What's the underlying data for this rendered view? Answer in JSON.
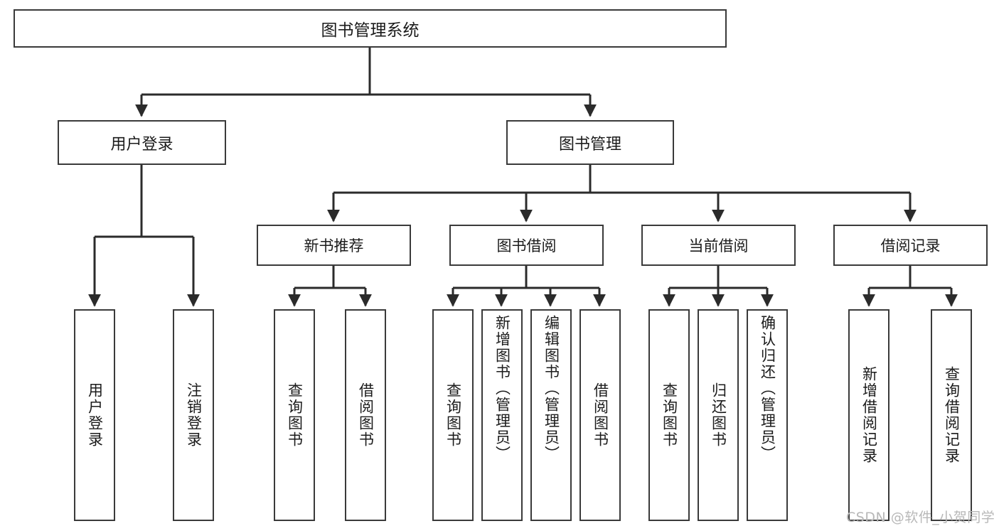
{
  "diagram": {
    "title": "图书管理系统",
    "type": "hierarchy-tree",
    "colors": {
      "box_border": "#3a3a3a",
      "box_fill": "#ffffff",
      "edge": "#2b2b2b",
      "text": "#1b1b1b",
      "watermark": "#b8b8b8"
    },
    "levels": {
      "root": {
        "label": "图书管理系统"
      },
      "level2": [
        {
          "id": "user-login",
          "label": "用户登录"
        },
        {
          "id": "book-management",
          "label": "图书管理"
        }
      ],
      "level3": [
        {
          "id": "new-book-recommend",
          "label": "新书推荐"
        },
        {
          "id": "book-borrow",
          "label": "图书借阅"
        },
        {
          "id": "current-borrow",
          "label": "当前借阅"
        },
        {
          "id": "borrow-record",
          "label": "借阅记录"
        }
      ],
      "leaves": {
        "user-login": [
          {
            "id": "leaf-user-login",
            "label": "用户登录"
          },
          {
            "id": "leaf-logout",
            "label": "注销登录"
          }
        ],
        "new-book-recommend": [
          {
            "id": "leaf-query-book-1",
            "label": "查询图书"
          },
          {
            "id": "leaf-borrow-book-1",
            "label": "借阅图书"
          }
        ],
        "book-borrow": [
          {
            "id": "leaf-query-book-2",
            "label": "查询图书"
          },
          {
            "id": "leaf-add-book",
            "label": "新增图书（管理员）"
          },
          {
            "id": "leaf-edit-book",
            "label": "编辑图书（管理员）"
          },
          {
            "id": "leaf-borrow-book-2",
            "label": "借阅图书"
          }
        ],
        "current-borrow": [
          {
            "id": "leaf-query-book-3",
            "label": "查询图书"
          },
          {
            "id": "leaf-return-book",
            "label": "归还图书"
          },
          {
            "id": "leaf-confirm-return",
            "label": "确认归还（管理员）"
          }
        ],
        "borrow-record": [
          {
            "id": "leaf-add-record",
            "label": "新增借阅记录"
          },
          {
            "id": "leaf-query-record",
            "label": "查询借阅记录"
          }
        ]
      }
    },
    "watermark": "CSDN @软件_小贺同学"
  }
}
